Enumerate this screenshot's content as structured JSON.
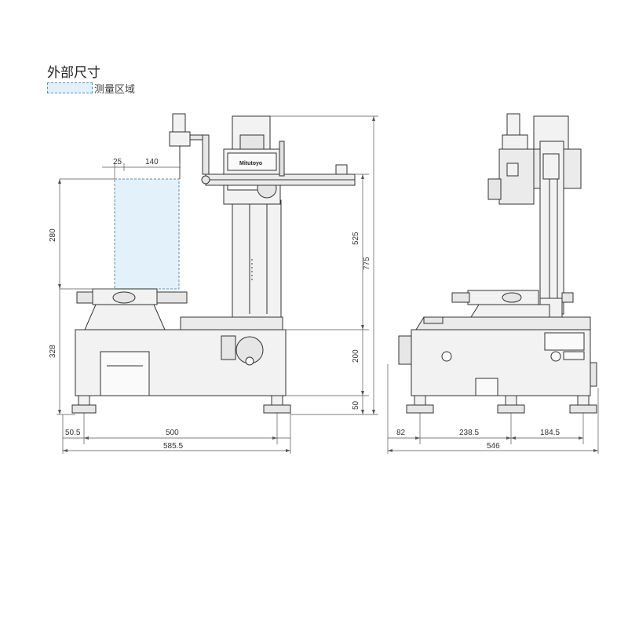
{
  "title": "外部尺寸",
  "legend": {
    "label": "测量区域"
  },
  "front_view": {
    "brand": "Mitutoyo",
    "dims": {
      "offset_25": "25",
      "width_140": "140",
      "height_280": "280",
      "height_328": "328",
      "height_525": "525",
      "height_775": "775",
      "height_200": "200",
      "height_50": "50",
      "width_50_5": "50.5",
      "width_500": "500",
      "width_585_5": "585.5"
    }
  },
  "side_view": {
    "dims": {
      "width_82": "82",
      "width_238_5": "238.5",
      "width_184_5": "184.5",
      "width_546": "546"
    }
  },
  "colors": {
    "measurement_area_fill": "#e3f1fb",
    "measurement_area_border": "#5a8cb8",
    "machine_fill": "#f2f2f2",
    "outline": "#333333"
  }
}
